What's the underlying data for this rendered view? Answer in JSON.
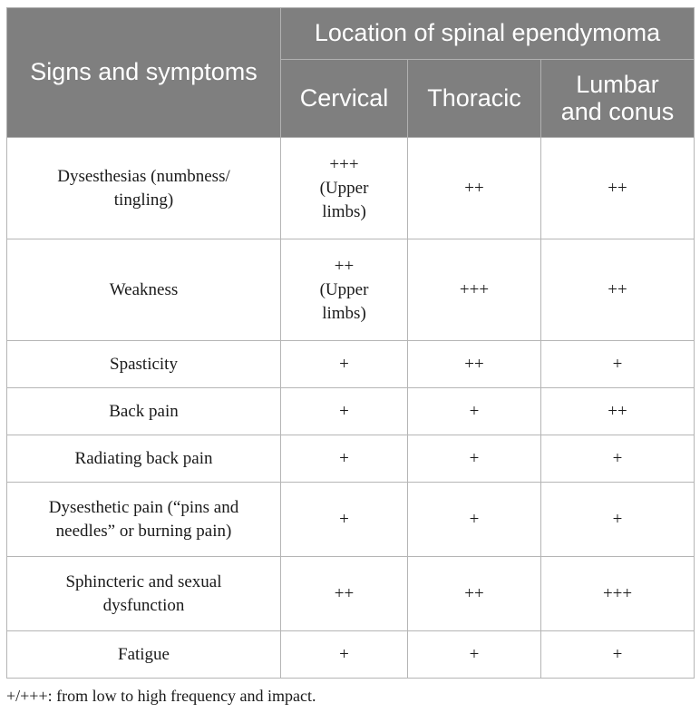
{
  "header": {
    "signs_label": "Signs and symptoms",
    "location_label": "Location of spinal ependymoma",
    "columns": [
      "Cervical",
      "Thoracic",
      "Lumbar\nand conus"
    ]
  },
  "rows": [
    {
      "symptom": "Dysesthesias (numbness/\ntingling)",
      "cervical": "+++\n(Upper\nlimbs)",
      "thoracic": "++",
      "lumbar": "++"
    },
    {
      "symptom": "Weakness",
      "cervical": "++\n(Upper\nlimbs)",
      "thoracic": "+++",
      "lumbar": "++"
    },
    {
      "symptom": "Spasticity",
      "cervical": "+",
      "thoracic": "++",
      "lumbar": "+"
    },
    {
      "symptom": "Back pain",
      "cervical": "+",
      "thoracic": "+",
      "lumbar": "++"
    },
    {
      "symptom": "Radiating back pain",
      "cervical": "+",
      "thoracic": "+",
      "lumbar": "+"
    },
    {
      "symptom": "Dysesthetic pain (“pins and\nneedles” or burning pain)",
      "cervical": "+",
      "thoracic": "+",
      "lumbar": "+"
    },
    {
      "symptom": "Sphincteric and sexual\ndysfunction",
      "cervical": "++",
      "thoracic": "++",
      "lumbar": "+++"
    },
    {
      "symptom": "Fatigue",
      "cervical": "+",
      "thoracic": "+",
      "lumbar": "+"
    }
  ],
  "footnote": "+/+++: from low to high frequency and impact."
}
